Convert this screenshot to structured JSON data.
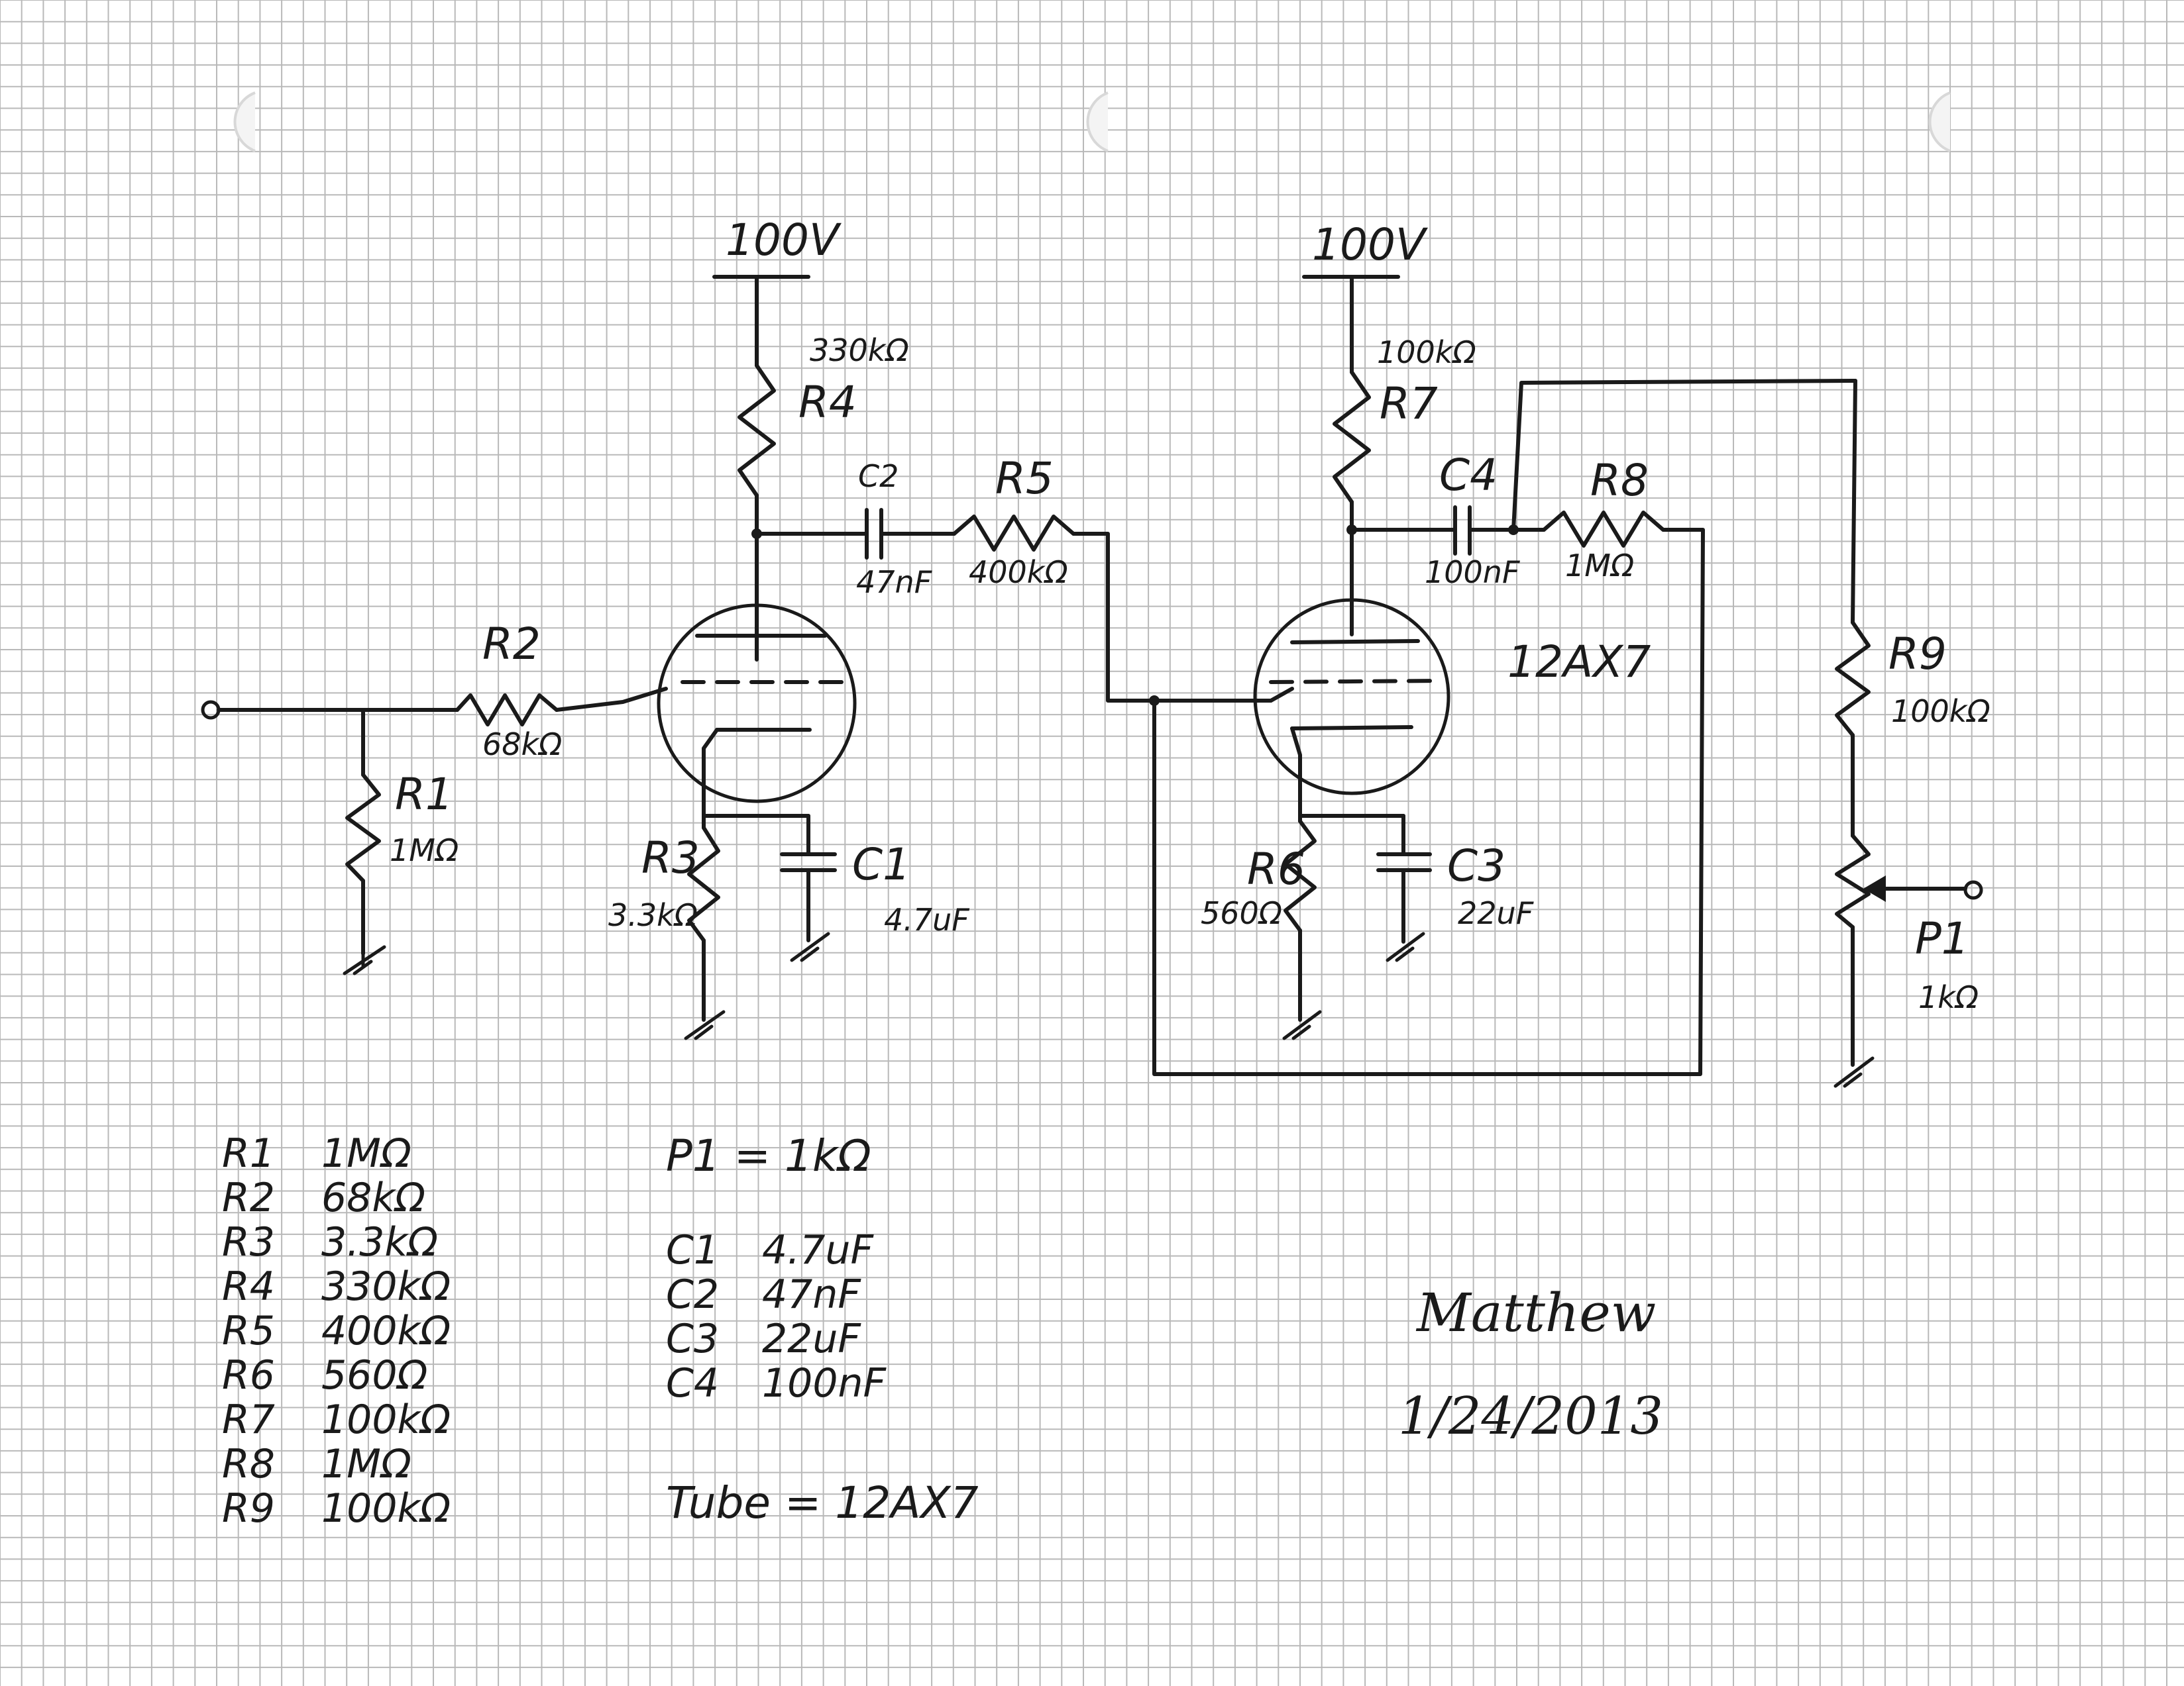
{
  "supplies": {
    "left": "100V",
    "right": "100V"
  },
  "components": {
    "r1": {
      "name": "R1",
      "value": "1MΩ"
    },
    "r2": {
      "name": "R2",
      "value": "68kΩ"
    },
    "r3": {
      "name": "R3",
      "value": "3.3kΩ"
    },
    "r4": {
      "name": "R4",
      "value": "330kΩ"
    },
    "r5": {
      "name": "R5",
      "value": "400kΩ"
    },
    "r6": {
      "name": "R6",
      "value": "560Ω"
    },
    "r7": {
      "name": "R7",
      "value": "100kΩ"
    },
    "r8": {
      "name": "R8",
      "value": "1MΩ"
    },
    "r9": {
      "name": "R9",
      "value": "100kΩ"
    },
    "c1": {
      "name": "C1",
      "value": "4.7uF"
    },
    "c2": {
      "name": "C2",
      "value": "47nF"
    },
    "c3": {
      "name": "C3",
      "value": "22uF"
    },
    "c4": {
      "name": "C4",
      "value": "100nF"
    },
    "p1": {
      "name": "P1",
      "value": "1kΩ"
    }
  },
  "tube_label": "12AX7",
  "parts_list": {
    "resistors": [
      {
        "ref": "R1",
        "value": "1MΩ"
      },
      {
        "ref": "R2",
        "value": "68kΩ"
      },
      {
        "ref": "R3",
        "value": "3.3kΩ"
      },
      {
        "ref": "R4",
        "value": "330kΩ"
      },
      {
        "ref": "R5",
        "value": "400kΩ"
      },
      {
        "ref": "R6",
        "value": "560Ω"
      },
      {
        "ref": "R7",
        "value": "100kΩ"
      },
      {
        "ref": "R8",
        "value": "1MΩ"
      },
      {
        "ref": "R9",
        "value": "100kΩ"
      }
    ],
    "pot": "P1 = 1kΩ",
    "capacitors": [
      {
        "ref": "C1",
        "value": "4.7uF"
      },
      {
        "ref": "C2",
        "value": "47nF"
      },
      {
        "ref": "C3",
        "value": "22uF"
      },
      {
        "ref": "C4",
        "value": "100nF"
      }
    ],
    "tube": "Tube = 12AX7"
  },
  "signature": {
    "name": "Matthew",
    "date": "1/24/2013"
  }
}
